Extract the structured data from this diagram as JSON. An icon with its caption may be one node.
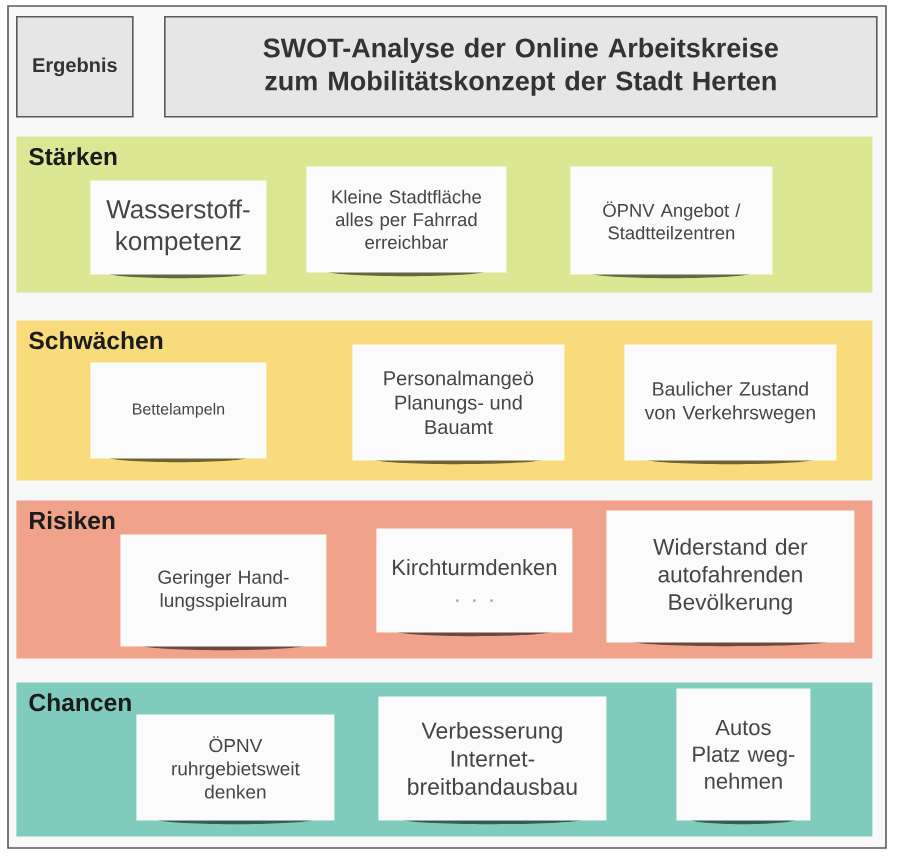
{
  "diagram": {
    "nodes": [
      {
        "text": [
          "Ergebnis"
        ]
      },
      {
        "text": [
          "SWOT-Analyse der Online Arbeitskreise zum Mobilitätskonzept der Stadt Herten"
        ]
      },
      {
        "text": [
          "Stärken"
        ]
      },
      {
        "text": [
          "Wasserstoff- kompetenz"
        ],
        "in": 2
      },
      {
        "text": [
          "Kleine Stadtfläche alles per Fahrrad erreichbar"
        ],
        "in": 2
      },
      {
        "text": [
          "ÖPNV Angebot / Stadtteilzentren"
        ],
        "in": 2
      },
      {
        "text": [
          "Schwächen"
        ]
      },
      {
        "text": [
          "Bettelampeln"
        ],
        "in": 6
      },
      {
        "text": [
          "Personalmangeö Planungs- und Bauamt"
        ],
        "in": 6
      },
      {
        "text": [
          "Baulicher Zustand von Verkehrswegen"
        ],
        "in": 6
      },
      {
        "text": [
          "Risiken"
        ]
      },
      {
        "text": [
          "Geringer Hand- lungsspielraum"
        ],
        "in": 10
      },
      {
        "text": [
          "Kirchturmdenken",
          ". . ."
        ],
        "in": 10
      },
      {
        "text": [
          "Widerstand der autofahrenden Bevölkerung"
        ],
        "in": 10
      },
      {
        "text": [
          "Chancen"
        ]
      },
      {
        "text": [
          "ÖPNV ruhrgebietsweit denken"
        ],
        "in": 14
      },
      {
        "text": [
          "Verbesserung Internet- breitbandausbau"
        ],
        "in": 14
      },
      {
        "text": [
          "Autos Platz weg- nehmen"
        ],
        "in": 14
      }
    ]
  }
}
